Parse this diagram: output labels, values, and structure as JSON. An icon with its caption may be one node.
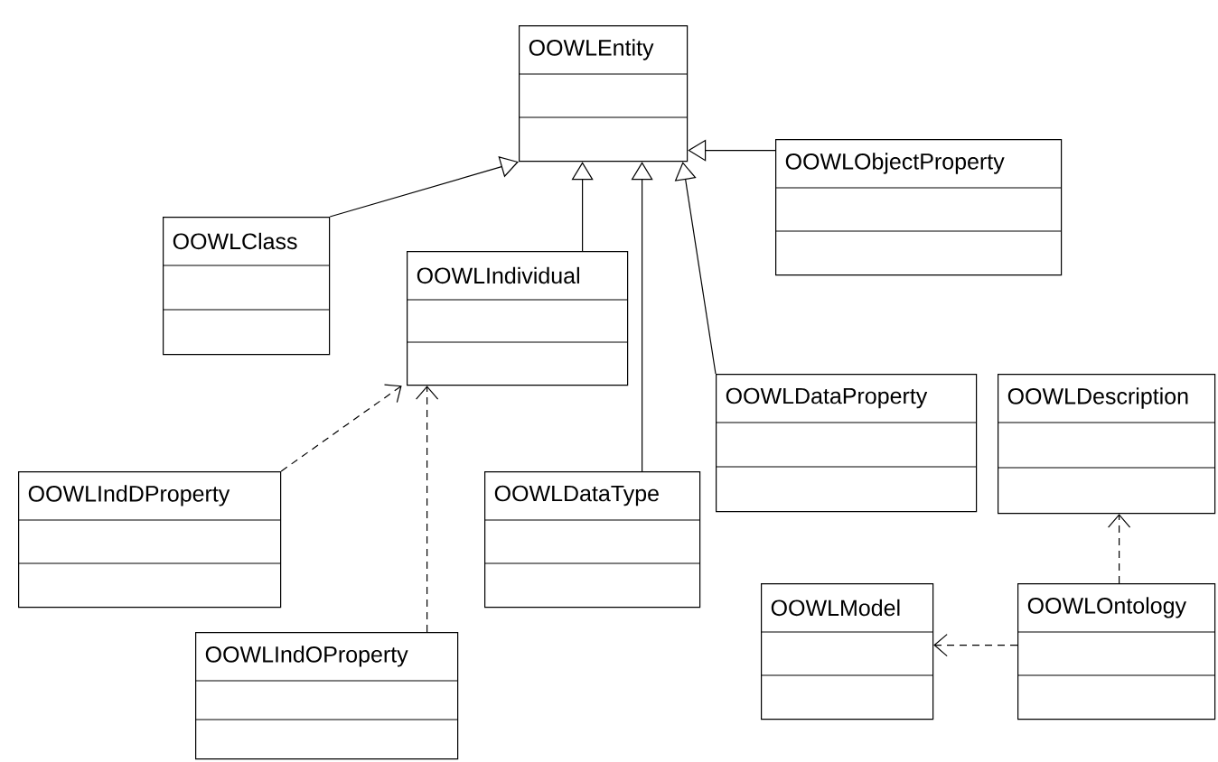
{
  "diagram": {
    "nodes": [
      {
        "text": [
          "OOWLEntity"
        ]
      },
      {
        "text": [
          "OOWLObjectProperty"
        ]
      },
      {
        "text": [
          "OOWLClass"
        ]
      },
      {
        "text": [
          "OOWLIndividual"
        ]
      },
      {
        "text": [
          "OOWLDataProperty"
        ]
      },
      {
        "text": [
          "OOWLDescription"
        ]
      },
      {
        "text": [
          "OOWLIndDProperty"
        ]
      },
      {
        "text": [
          "OOWLDataType"
        ]
      },
      {
        "text": [
          "OOWLModel"
        ]
      },
      {
        "text": [
          "OOWLOntology"
        ]
      },
      {
        "text": [
          "OOWLIndOProperty"
        ]
      }
    ],
    "edges": [
      {
        "from": 2,
        "to": 0,
        "arrow": "to"
      },
      {
        "from": 3,
        "to": 0,
        "arrow": "to"
      },
      {
        "from": 7,
        "to": 0,
        "arrow": "to"
      },
      {
        "from": 4,
        "to": 0,
        "arrow": "to"
      },
      {
        "from": 1,
        "to": 0,
        "arrow": "to"
      },
      {
        "from": 6,
        "to": 3,
        "arrow": "to",
        "style": "dashed"
      },
      {
        "from": 10,
        "to": 3,
        "arrow": "to",
        "style": "dashed"
      },
      {
        "from": 9,
        "to": 5,
        "arrow": "to",
        "style": "dashed"
      },
      {
        "from": 9,
        "to": 8,
        "arrow": "to",
        "style": "dashed"
      }
    ]
  }
}
